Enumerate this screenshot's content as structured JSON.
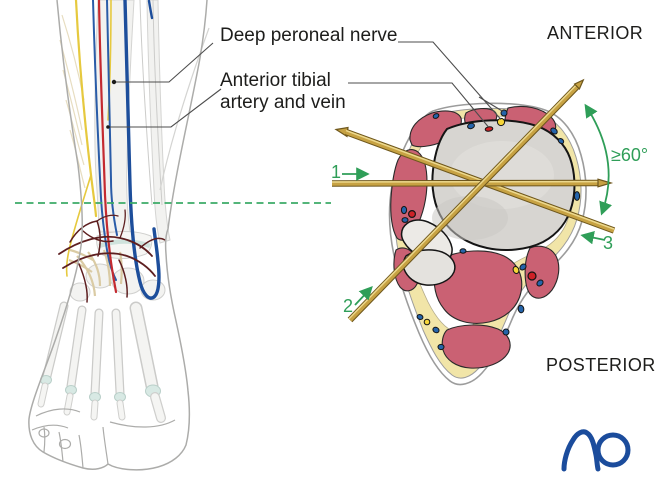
{
  "diagram": {
    "type": "medical-illustration",
    "subject": "Pin placement in distal tibia cross-section",
    "labels": {
      "deep_peroneal_nerve": "Deep peroneal nerve",
      "anterior_tibial_1": "Anterior tibial",
      "anterior_tibial_2": "artery and vein",
      "anterior": "ANTERIOR",
      "posterior": "POSTERIOR",
      "angle": "≥60°",
      "pin_1": "1",
      "pin_2": "2",
      "pin_3": "3"
    },
    "logo": {
      "text": "AO",
      "color": "#1b4c9c"
    },
    "colors": {
      "annotation_green": "#2f9e58",
      "section_line_green": "#3cab67",
      "muscle_pink": "#ca6173",
      "fat_yellow": "#f1e5a8",
      "bone_gray": "#d7d5d1",
      "vein_blue": "#2564aa",
      "artery_red": "#ce2127",
      "nerve_yellow": "#f6d639",
      "pin_gold": "#c7a243",
      "text_dark": "#1d1d1b"
    }
  }
}
